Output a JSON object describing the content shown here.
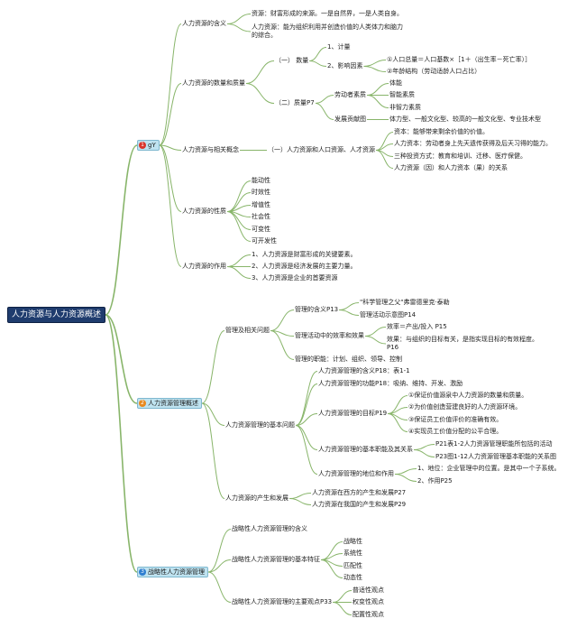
{
  "colors": {
    "root_bg": "#1f3c6e",
    "main_bg": "#bfe3f0",
    "edge": "#88b56a",
    "badge_1": "#d9342b",
    "badge_2": "#e8891d",
    "badge_3": "#2f7fd0"
  },
  "root": {
    "label": "人力资源与人力资源概述"
  },
  "main": {
    "m1": {
      "num": "1",
      "label": "gY"
    },
    "m2": {
      "num": "2",
      "label": "人力资源管理概述"
    },
    "m3": {
      "num": "3",
      "label": "战略性人力资源管理"
    }
  },
  "nodes": {
    "s1": "人力资源的含义",
    "s1a": "资源：财富形成的来源。一是自然界，一是人类自身。",
    "s1b": "人力资源：能为组织利用并创造价值的人类体力和脑力的综合。",
    "s2": "人力资源的数量和质量",
    "s2a": "（一） 数量",
    "s2a1": "1、计量",
    "s2a2": "2、影响因素",
    "s2a2a": "①人口总量＝人口基数×［1＋（出生率－死亡率）］",
    "s2a2b": "②年龄结构（劳动适龄人口占比）",
    "s2b": "（二）质量P7",
    "s2b1": "劳动者素质",
    "s2b1a": "体能",
    "s2b1b": "智能素质",
    "s2b1c": "非智力素质",
    "s2b2": "发展贡献图",
    "s2b2a": "体力型、一般文化型、较高的一般文化型、专业技术型",
    "s3": "人力资源与相关概念",
    "s3a": "（一）人力资源和人口资源、人才资源",
    "s3a1": "资本：能够带来剩余价值的价值。",
    "s3a2": "人力资本：劳动者身上先天遗传获得及后天习得的能力。",
    "s3a3": "三种投资方式：教育和培训、迁移、医疗保健。",
    "s3a4": "人力资源（因）和人力资本（果）的关系",
    "s4": "人力资源的性质",
    "s4a": "能动性",
    "s4b": "时效性",
    "s4c": "增值性",
    "s4d": "社会性",
    "s4e": "可变性",
    "s4f": "可开发性",
    "s5": "人力资源的作用",
    "s5a": "1、人力资源是财富形成的关键要素。",
    "s5b": "2、人力资源是经济发展的主要力量。",
    "s5c": "3、人力资源是企业的首要资源",
    "t1": "管理及相关问题",
    "t1a": "管理的含义P13",
    "t1a1": "\"科学管理之父\"弗雷德里克·泰勒",
    "t1a2": "管理活动示意图P14",
    "t1b": "管理活动中的效率和效果",
    "t1b1": "效率＝产出/投入 P15",
    "t1b2": "效果：与组织的目标有关，是指实现目标的有效程度。P16",
    "t1c": "管理的职能：计划、组织、领导、控制",
    "t2": "人力资源管理的基本问题",
    "t2a": "人力资源管理的含义P18：表1-1",
    "t2b": "人力资源管理的功能P18：吸纳、维持、开发、激励",
    "t2c": "人力资源管理的目标P19",
    "t2c1": "①保证价值源泉中人力资源的数量和质量。",
    "t2c2": "②为价值创造营建良好的人力资源环境。",
    "t2c3": "③保证员工价值评价的准确有效。",
    "t2c4": "④实现员工价值分配的公平合理。",
    "t2d": "人力资源管理的基本职能及其关系",
    "t2d1": "P21表1-2人力资源管理职能所包括的活动",
    "t2d2": "P23图1-12人力资源管理基本职能的关系图",
    "t2e": "人力资源管理的地位和作用",
    "t2e1": "1、地位：企业管理中的位置。是其中一个子系统。",
    "t2e2": "2、作用P25",
    "t3": "人力资源的产生和发展",
    "t3a": "人力资源在西方的产生和发展P27",
    "t3b": "人力资源在我国的产生和发展P29",
    "u1": "战略性人力资源管理的含义",
    "u2": "战略性人力资源管理的基本特征",
    "u2a": "战略性",
    "u2b": "系统性",
    "u2c": "匹配性",
    "u2d": "动态性",
    "u3": "战略性人力资源管理的主要观点P33",
    "u3a": "普适性观点",
    "u3b": "权变性观点",
    "u3c": "配置性观点"
  }
}
